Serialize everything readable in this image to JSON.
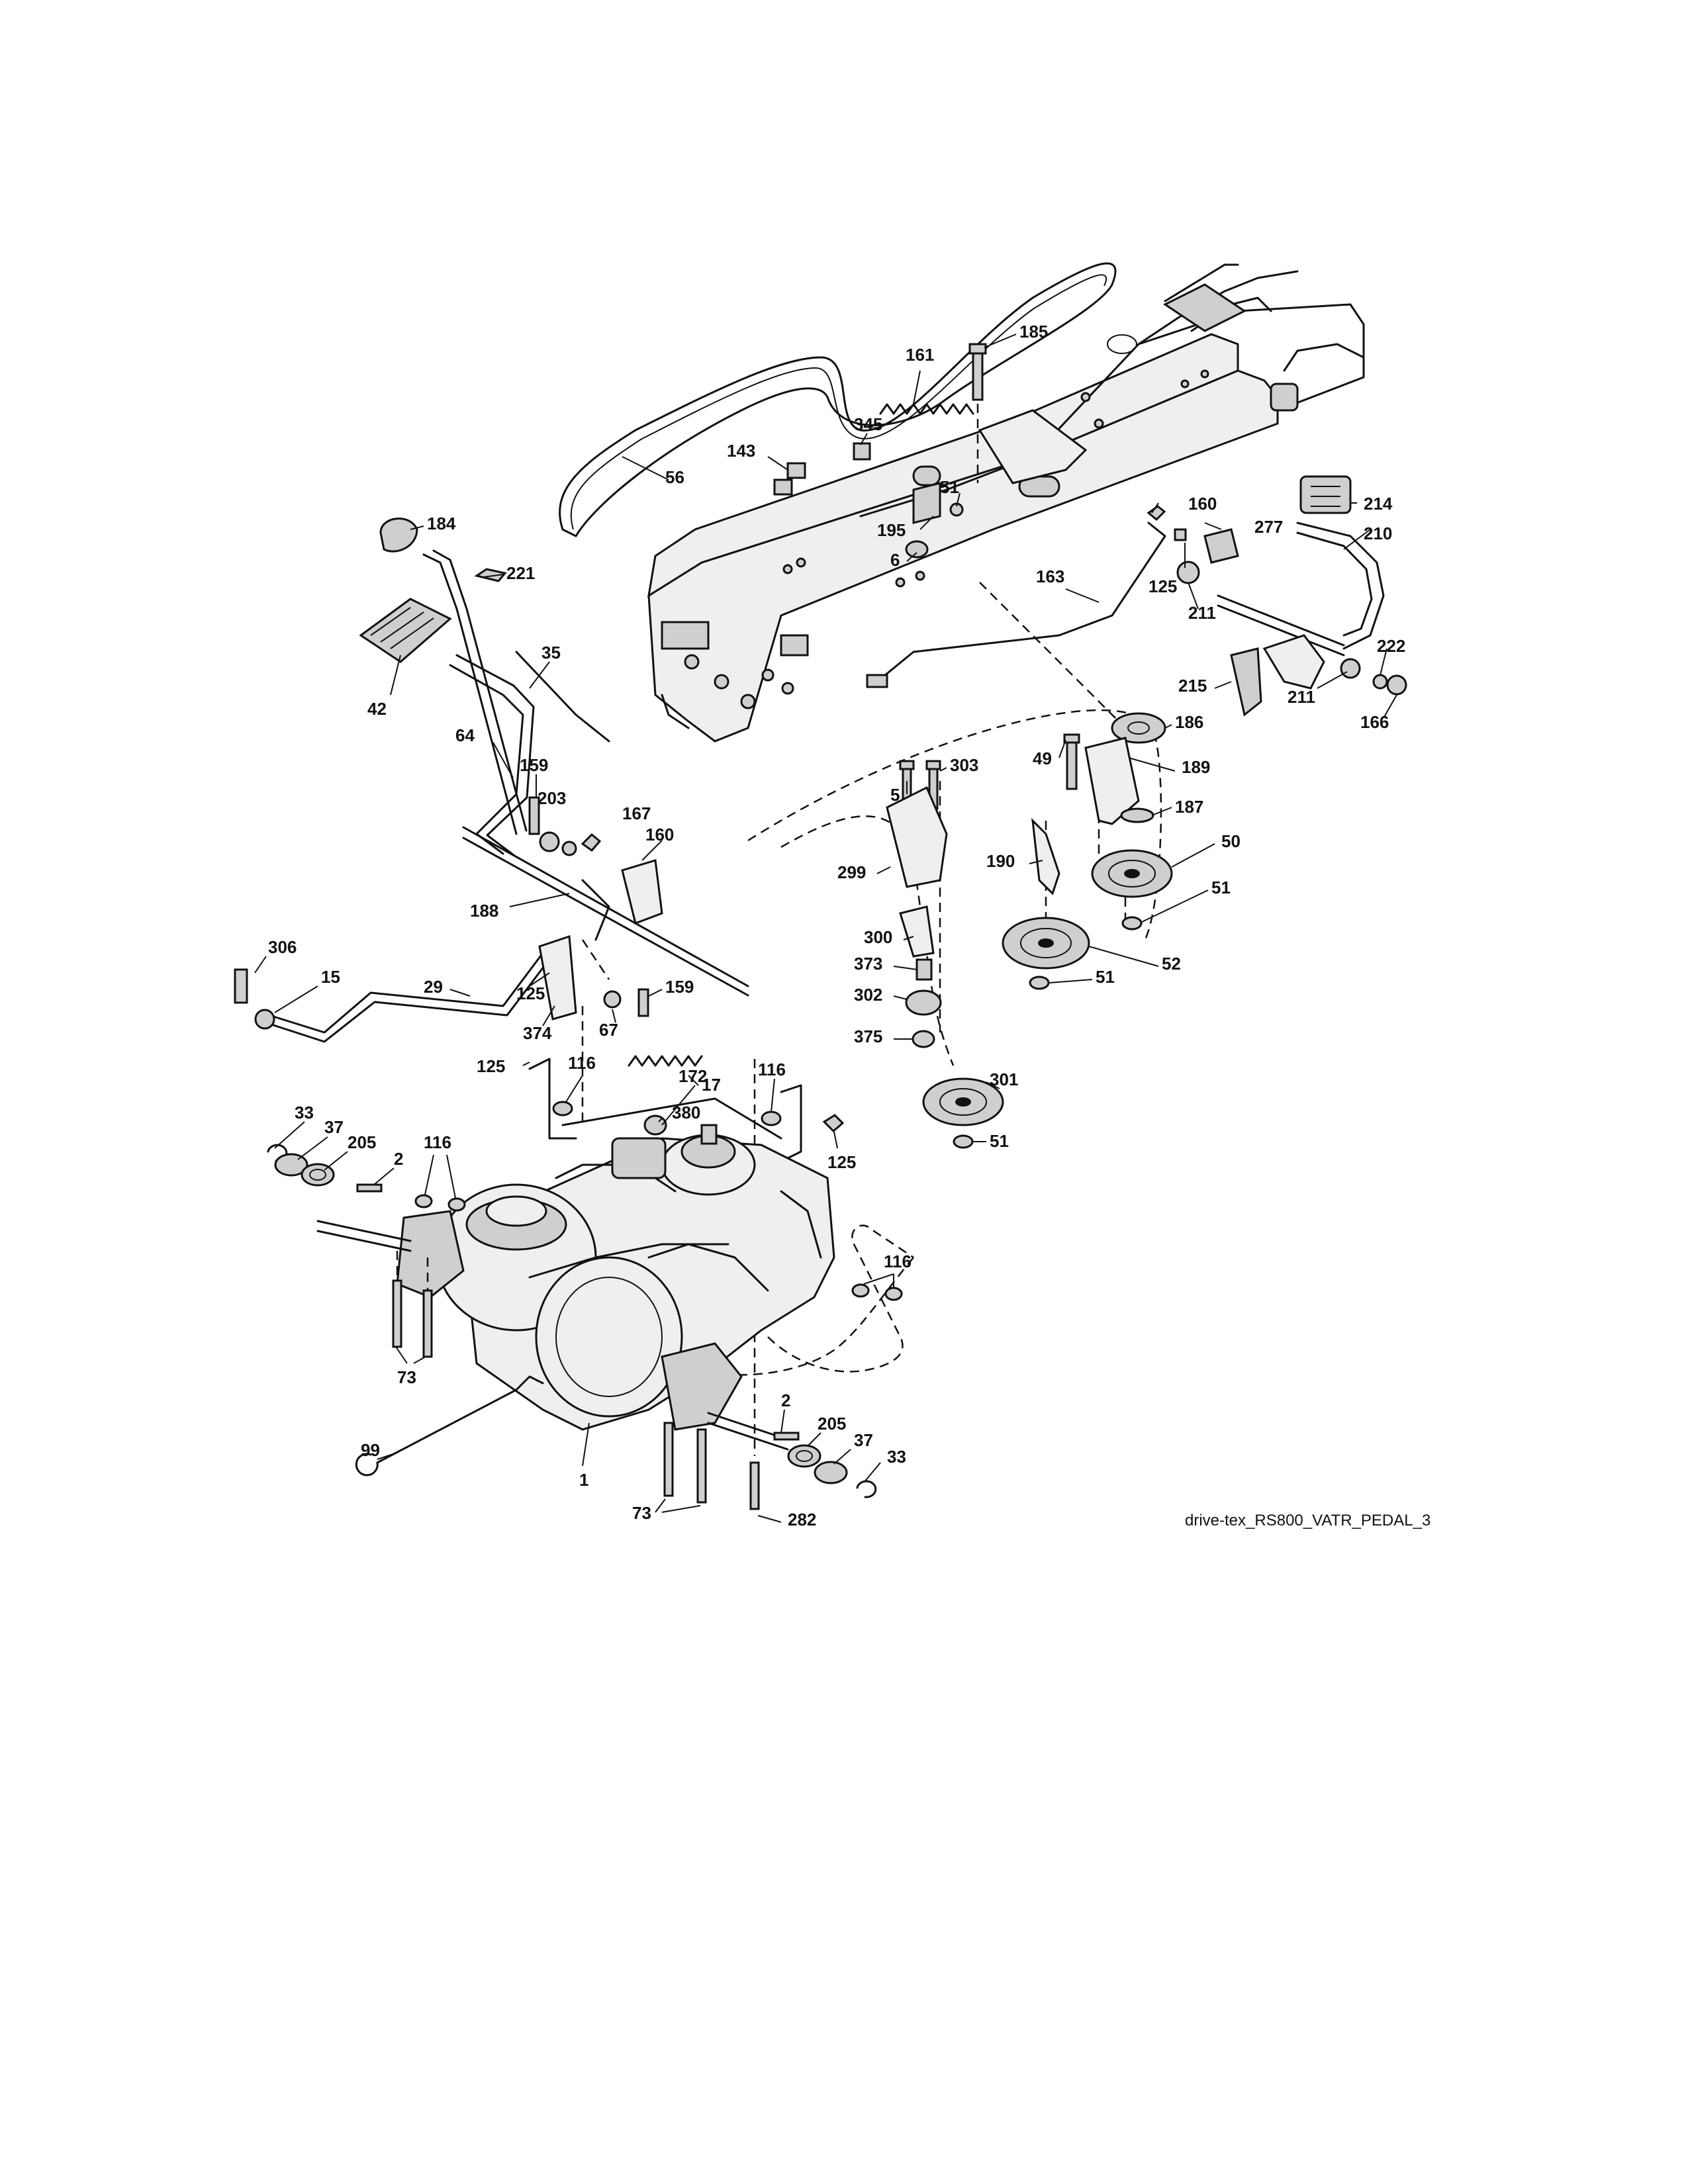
{
  "diagram": {
    "caption": "drive-tex_RS800_VATR_PEDAL_3",
    "callouts": [
      {
        "id": "c185",
        "text": "185"
      },
      {
        "id": "c161",
        "text": "161"
      },
      {
        "id": "c345",
        "text": "345"
      },
      {
        "id": "c143",
        "text": "143"
      },
      {
        "id": "c56",
        "text": "56"
      },
      {
        "id": "c51a",
        "text": "51"
      },
      {
        "id": "c195",
        "text": "195"
      },
      {
        "id": "c6",
        "text": "6"
      },
      {
        "id": "c184",
        "text": "184"
      },
      {
        "id": "c221",
        "text": "221"
      },
      {
        "id": "c35",
        "text": "35"
      },
      {
        "id": "c42",
        "text": "42"
      },
      {
        "id": "c64",
        "text": "64"
      },
      {
        "id": "c159a",
        "text": "159"
      },
      {
        "id": "c203",
        "text": "203"
      },
      {
        "id": "c167",
        "text": "167"
      },
      {
        "id": "c160a",
        "text": "160"
      },
      {
        "id": "c188",
        "text": "188"
      },
      {
        "id": "c160b",
        "text": "160"
      },
      {
        "id": "c163",
        "text": "163"
      },
      {
        "id": "c125a",
        "text": "125"
      },
      {
        "id": "c277",
        "text": "277"
      },
      {
        "id": "c214",
        "text": "214"
      },
      {
        "id": "c210",
        "text": "210"
      },
      {
        "id": "c211a",
        "text": "211"
      },
      {
        "id": "c211b",
        "text": "211"
      },
      {
        "id": "c222",
        "text": "222"
      },
      {
        "id": "c215",
        "text": "215"
      },
      {
        "id": "c166",
        "text": "166"
      },
      {
        "id": "c186",
        "text": "186"
      },
      {
        "id": "c49",
        "text": "49"
      },
      {
        "id": "c189",
        "text": "189"
      },
      {
        "id": "c187",
        "text": "187"
      },
      {
        "id": "c50",
        "text": "50"
      },
      {
        "id": "c51b",
        "text": "51"
      },
      {
        "id": "c190",
        "text": "190"
      },
      {
        "id": "c52",
        "text": "52"
      },
      {
        "id": "c51c",
        "text": "51"
      },
      {
        "id": "c5",
        "text": "5"
      },
      {
        "id": "c303",
        "text": "303"
      },
      {
        "id": "c299",
        "text": "299"
      },
      {
        "id": "c300",
        "text": "300"
      },
      {
        "id": "c373",
        "text": "373"
      },
      {
        "id": "c302",
        "text": "302"
      },
      {
        "id": "c375",
        "text": "375"
      },
      {
        "id": "c301",
        "text": "301"
      },
      {
        "id": "c51d",
        "text": "51"
      },
      {
        "id": "c306",
        "text": "306"
      },
      {
        "id": "c15",
        "text": "15"
      },
      {
        "id": "c29",
        "text": "29"
      },
      {
        "id": "c125b",
        "text": "125"
      },
      {
        "id": "c374",
        "text": "374"
      },
      {
        "id": "c67",
        "text": "67"
      },
      {
        "id": "c159b",
        "text": "159"
      },
      {
        "id": "c17",
        "text": "17"
      },
      {
        "id": "c125c",
        "text": "125"
      },
      {
        "id": "c116a",
        "text": "116"
      },
      {
        "id": "c172",
        "text": "172"
      },
      {
        "id": "c116b",
        "text": "116"
      },
      {
        "id": "c380",
        "text": "380"
      },
      {
        "id": "c125d",
        "text": "125"
      },
      {
        "id": "c33a",
        "text": "33"
      },
      {
        "id": "c37a",
        "text": "37"
      },
      {
        "id": "c205a",
        "text": "205"
      },
      {
        "id": "c2a",
        "text": "2"
      },
      {
        "id": "c116c",
        "text": "116"
      },
      {
        "id": "c116d",
        "text": "116"
      },
      {
        "id": "c73a",
        "text": "73"
      },
      {
        "id": "c99",
        "text": "99"
      },
      {
        "id": "c1",
        "text": "1"
      },
      {
        "id": "c2b",
        "text": "2"
      },
      {
        "id": "c205b",
        "text": "205"
      },
      {
        "id": "c37b",
        "text": "37"
      },
      {
        "id": "c33b",
        "text": "33"
      },
      {
        "id": "c73b",
        "text": "73"
      },
      {
        "id": "c282",
        "text": "282"
      }
    ]
  }
}
